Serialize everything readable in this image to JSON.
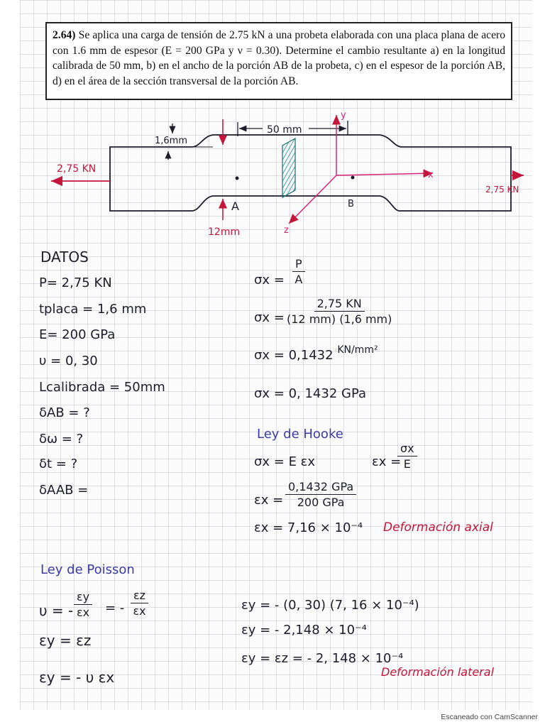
{
  "problem": {
    "number": "2.64)",
    "text": "Se aplica una carga de tensión de 2.75 kN a una probeta elaborada con una placa plana de acero con 1.6 mm de espesor (E = 200 GPa y ν = 0.30). Determine el cambio resultante a) en la longitud calibrada de 50 mm, b) en el ancho de la porción AB de la probeta, c) en el espesor de la porción AB, d) en el área de la sección transversal de la porción AB."
  },
  "diagram": {
    "dim_length": "50 mm",
    "dim_thickness": "1,6mm",
    "load_left": "2,75 KN",
    "load_right": "2,75 KN",
    "point_a": "A",
    "point_b": "B",
    "width": "12mm",
    "axis_x": "x",
    "axis_y": "y",
    "axis_z": "z"
  },
  "datos": {
    "heading": "DATOS",
    "p": "P= 2,75 KN",
    "t": "tplaca = 1,6 mm",
    "e": "E= 200 GPa",
    "v": "υ = 0, 30",
    "l": "Lcalibrada = 50mm",
    "d_ab": "δAB = ?",
    "d_w": "δω = ?",
    "d_t": "δt = ?",
    "d_aab": "δAAB ="
  },
  "calc": {
    "s1_lhs": "σx =",
    "s1_num": "P",
    "s1_den": "A",
    "s2_lhs": "σx =",
    "s2_num": "2,75 KN",
    "s2_den": "(12 mm) (1,6 mm)",
    "s3": "σx = 0,1432",
    "s3_unit": "KN/mm²",
    "s4": "σx = 0, 1432 GPa",
    "hooke_title": "Ley de Hooke",
    "hooke_eq": "σx = E εx",
    "hooke_ex": "εx =",
    "hooke_ex_num": "σx",
    "hooke_ex_den": "E",
    "e1_lhs": "εx =",
    "e1_num": "0,1432 GPa",
    "e1_den": "200 GPa",
    "e2": "εx = 7,16 × 10⁻⁴",
    "axial_note": "Deformación axial"
  },
  "poisson": {
    "title": "Ley de Poisson",
    "v_lhs": "υ = -",
    "v_num1": "εy",
    "v_den1": "εx",
    "v_mid": "= -",
    "v_num2": "εz",
    "v_den2": "εx",
    "ey_ez": "εy = εz",
    "ey_def": "εy = - υ εx",
    "r1": "εy = - (0, 30) (7, 16 × 10⁻⁴)",
    "r2": "εy = - 2,148 × 10⁻⁴",
    "r3": "εy = εz = - 2, 148 × 10⁻⁴",
    "lateral_note": "Deformación lateral"
  },
  "footer": {
    "scanner": "Escaneado con CamScanner"
  }
}
